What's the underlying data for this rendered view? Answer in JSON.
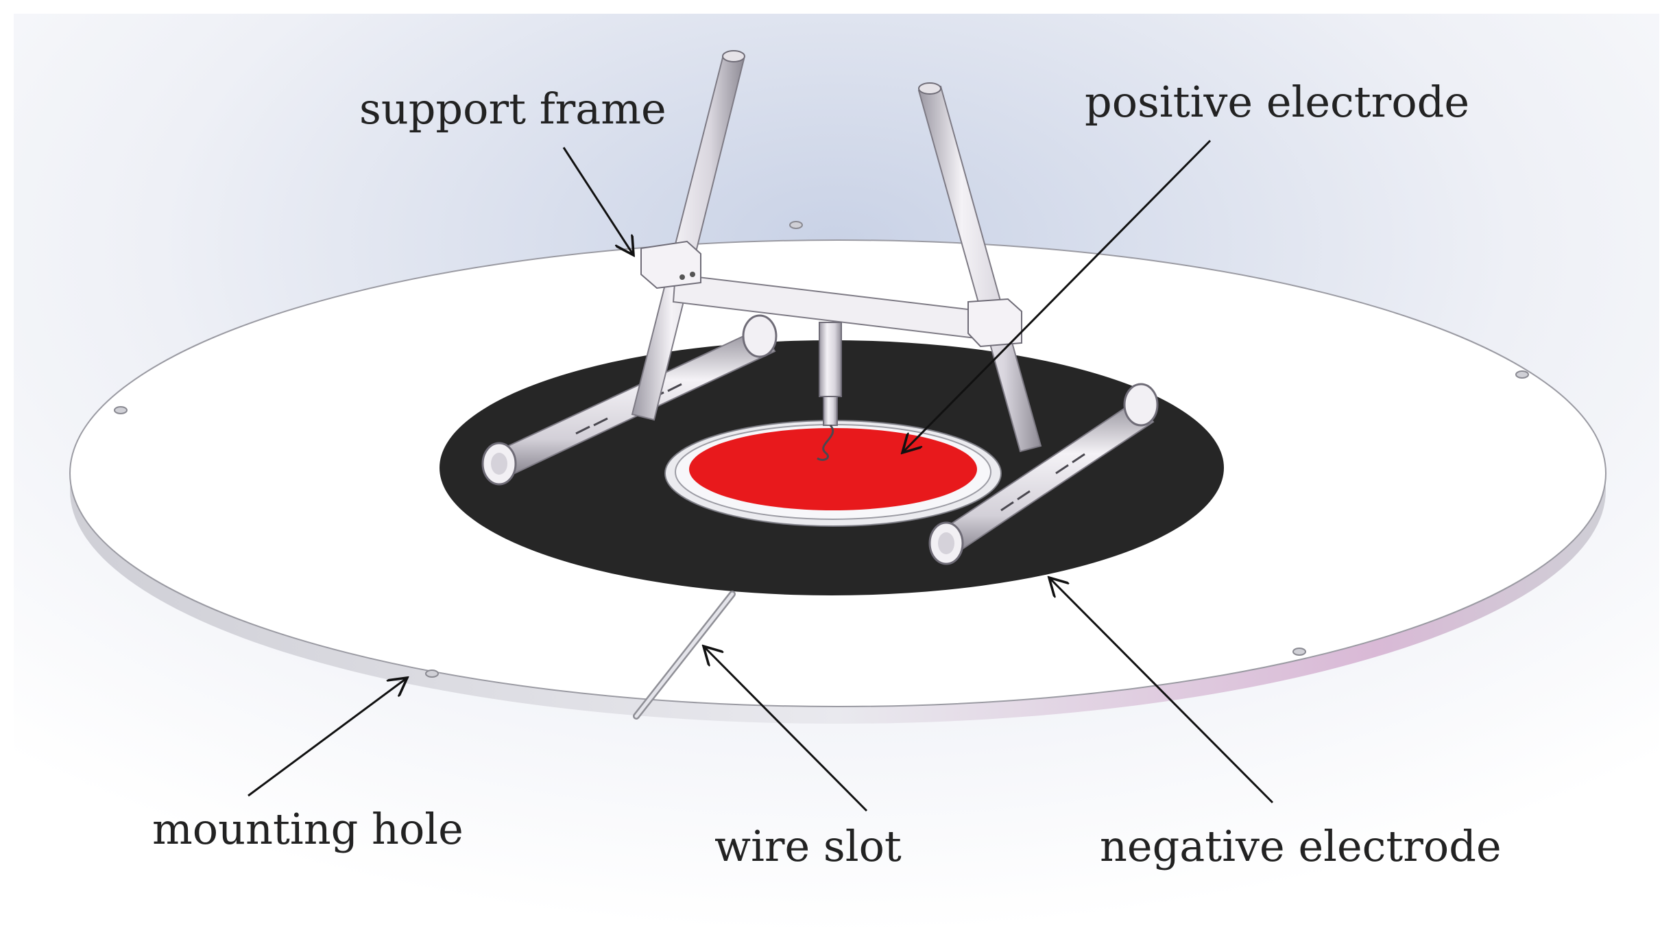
{
  "labels": {
    "support_frame": "support frame",
    "positive_electrode": "positive electrode",
    "mounting_hole": "mounting hole",
    "wire_slot": "wire slot",
    "negative_electrode": "negative electrode"
  },
  "colors": {
    "positive_electrode": "#e8191c",
    "negative_electrode": "#262626",
    "base_plate": "#ffffff",
    "frame": "#e6e3e8",
    "background_tint": "#d9dfee"
  }
}
